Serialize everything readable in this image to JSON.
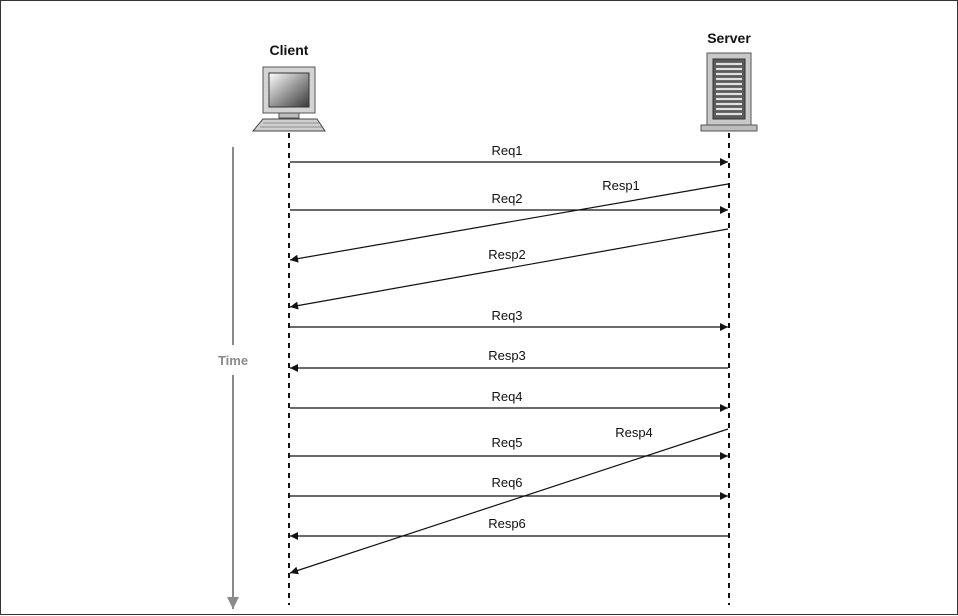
{
  "diagram": {
    "client_label": "Client",
    "server_label": "Server",
    "time_label": "Time",
    "messages": [
      {
        "label": "Req1",
        "direction": "to-server"
      },
      {
        "label": "Resp1",
        "direction": "to-client"
      },
      {
        "label": "Req2",
        "direction": "to-server"
      },
      {
        "label": "Resp2",
        "direction": "to-client"
      },
      {
        "label": "Req3",
        "direction": "to-server"
      },
      {
        "label": "Resp3",
        "direction": "to-client"
      },
      {
        "label": "Req4",
        "direction": "to-server"
      },
      {
        "label": "Resp4",
        "direction": "to-client"
      },
      {
        "label": "Req5",
        "direction": "to-server"
      },
      {
        "label": "Req6",
        "direction": "to-server"
      },
      {
        "label": "Resp6",
        "direction": "to-client"
      }
    ]
  }
}
